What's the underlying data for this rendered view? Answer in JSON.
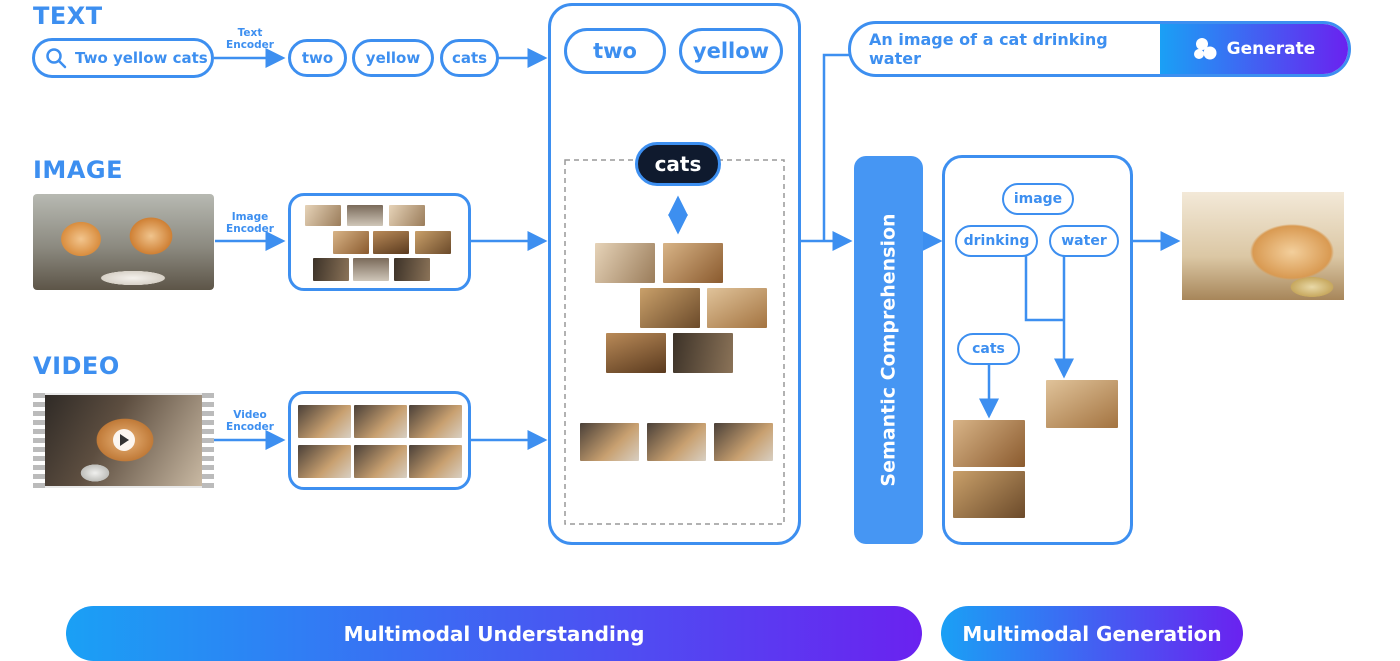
{
  "sections": {
    "text": "TEXT",
    "image": "IMAGE",
    "video": "VIDEO"
  },
  "encoders": {
    "text": "Text\nEncoder",
    "image": "Image\nEncoder",
    "video": "Video\nEncoder"
  },
  "search": {
    "value": "Two yellow cats",
    "icon": "search-icon"
  },
  "tokens": [
    "two",
    "yellow",
    "cats"
  ],
  "fusion": {
    "tokens_top": [
      "two",
      "yellow"
    ],
    "highlight": "cats"
  },
  "prompt_bar": {
    "text": "An image of a cat drinking water",
    "button_label": "Generate",
    "button_icon": "generate-icon"
  },
  "semantic": {
    "label": "Semantic Comprehension"
  },
  "generation_graph": {
    "nodes": [
      "image",
      "drinking",
      "water",
      "cats"
    ]
  },
  "bottom_bars": {
    "understanding": "Multimodal Understanding",
    "generation": "Multimodal Generation"
  },
  "colors": {
    "accent": "#3d8ff0",
    "gradient_start": "#1aa0f5",
    "gradient_end": "#6a22f0",
    "highlight_pill": "#0f1a2e"
  }
}
